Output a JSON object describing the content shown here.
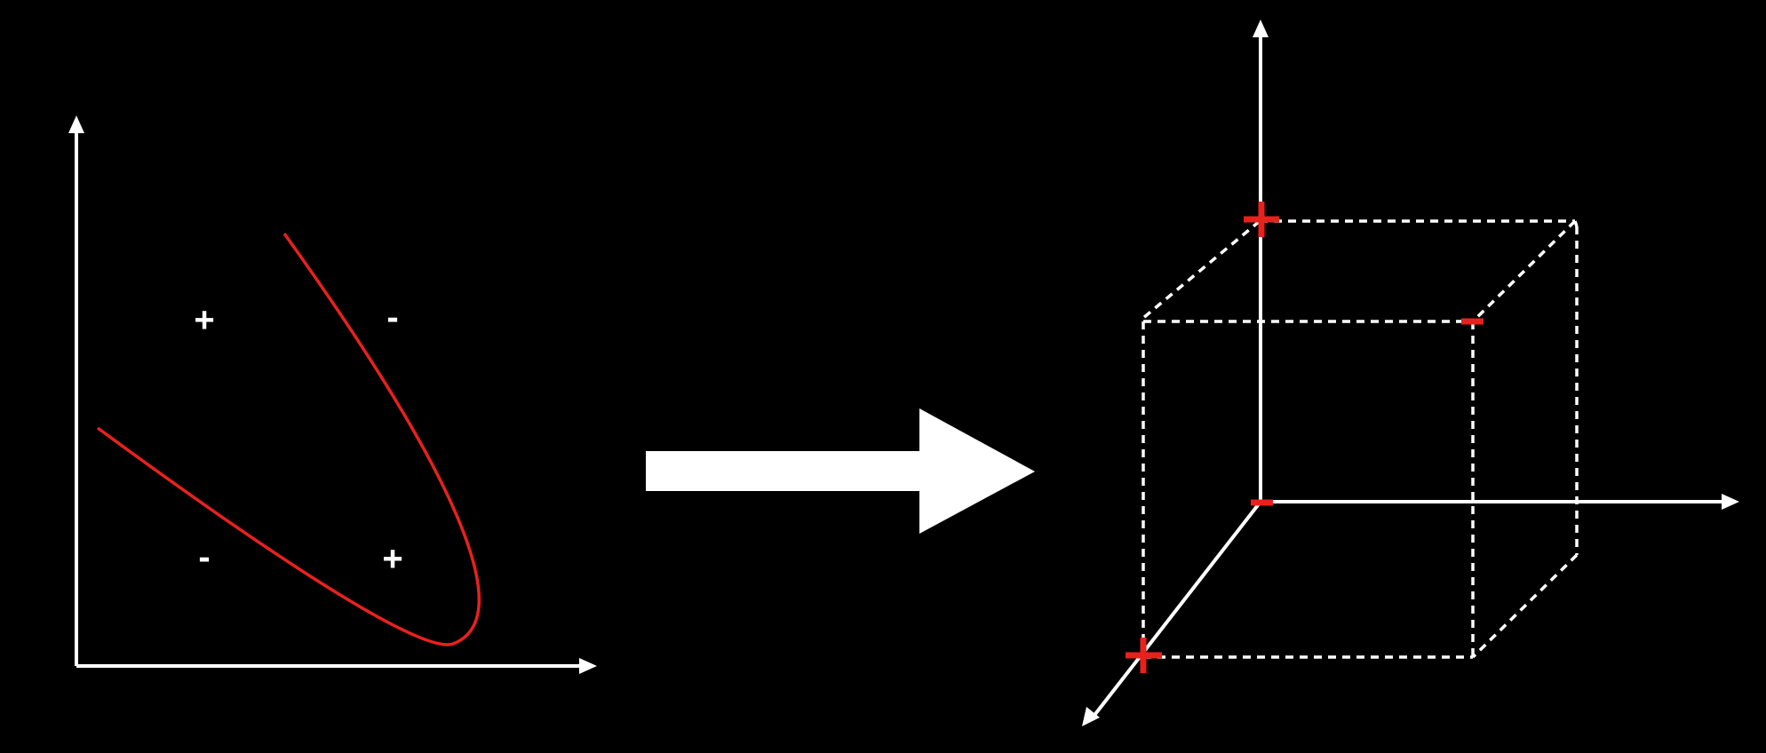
{
  "colors": {
    "background": "#000000",
    "axes": "#ffffff",
    "curve": "#e8211d",
    "vertex_marks": "#e8211d",
    "arrow": "#ffffff"
  },
  "left_plot": {
    "region_signs": {
      "top_left": "+",
      "top_right": "-",
      "bottom_left": "-",
      "bottom_right": "+"
    }
  },
  "cube": {
    "vertex_signs": {
      "top_front_y_axis": "plus",
      "top_back_right": "minus",
      "origin": "minus",
      "bottom_front_z_axis": "plus"
    }
  }
}
